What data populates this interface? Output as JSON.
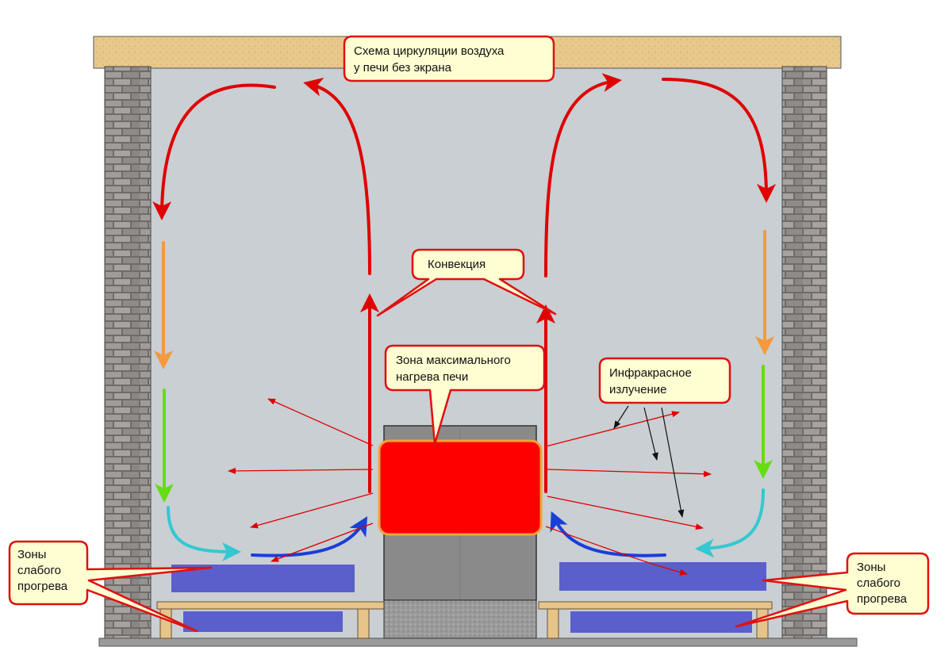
{
  "title": {
    "line1": "Схема циркуляции воздуха",
    "line2": "у печи без экрана"
  },
  "labels": {
    "convection": "Конвекция",
    "max_heat_line1": "Зона максимального",
    "max_heat_line2": "нагрева печи",
    "infrared_line1": "Инфракрасное",
    "infrared_line2": "излучение",
    "weak_zone_left_line1": "Зоны",
    "weak_zone_left_line2": "слабого",
    "weak_zone_left_line3": "прогрева",
    "weak_zone_right_line1": "Зоны",
    "weak_zone_right_line2": "слабого",
    "weak_zone_right_line3": "прогрева"
  },
  "colors": {
    "hot_air": "#e00000",
    "warm_air": "#f39a3c",
    "cooling_air": "#66dd11",
    "cool_air": "#33c8d0",
    "cold_air": "#1a3ed8",
    "stove_hot": "#ff0000",
    "weak_zone": "#5a5fcc",
    "callout_fill": "#fffdd2",
    "callout_border": "#e01010",
    "room_air": "#c9cfd3",
    "ceiling": "#e8c98e",
    "brick": "#8a8785"
  }
}
